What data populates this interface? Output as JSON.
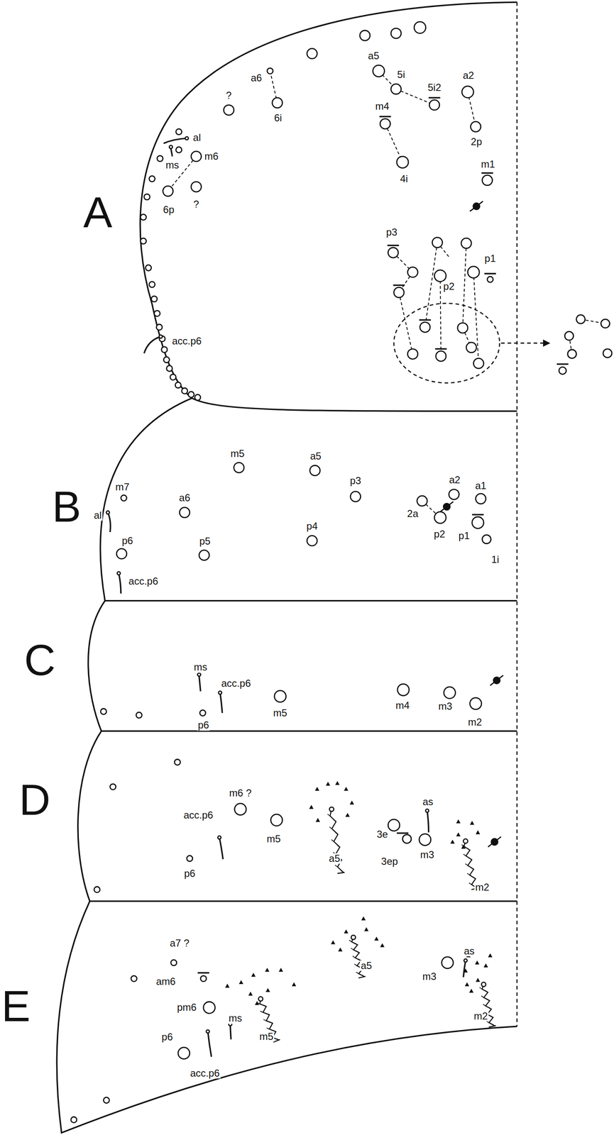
{
  "diagram": {
    "nodes": [
      {
        "text": [
          "A"
        ]
      },
      {
        "text": [
          "B"
        ]
      },
      {
        "text": [
          "C"
        ]
      },
      {
        "text": [
          "D"
        ]
      },
      {
        "text": [
          "E"
        ]
      }
    ],
    "labels": [
      "a6",
      "6i",
      "?",
      "al",
      "ms",
      "m6",
      "6p",
      "?",
      "a5",
      "5i",
      "5i2",
      "a2",
      "2p",
      "m4",
      "4i",
      "m1",
      "p3",
      "p1",
      "p2",
      "acc.p6",
      "m5",
      "a5",
      "m7",
      "a6",
      "p3",
      "a2",
      "a1",
      "al",
      "2a",
      "p2",
      "p1",
      "1i",
      "p6",
      "p5",
      "p4",
      "acc.p6",
      "ms",
      "acc.p6",
      "p6",
      "m5",
      "m4",
      "m3",
      "m2",
      "m6 ?",
      "m5",
      "acc.p6",
      "p6",
      "a5",
      "as",
      "3e",
      "3ep",
      "m3",
      "m2",
      "a7 ?",
      "am6",
      "pm6",
      "ms",
      "m5",
      "acc.p6",
      "p6",
      "a5",
      "as",
      "m3",
      "m2"
    ]
  }
}
